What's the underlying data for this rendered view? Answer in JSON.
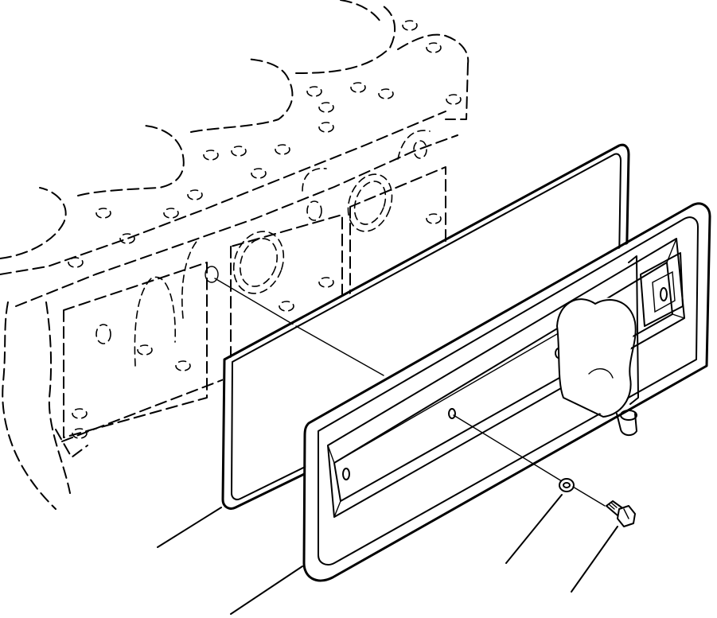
{
  "figure": {
    "parts": [
      {
        "name": "cylinder-block",
        "icon": "engine-block-phantom"
      },
      {
        "name": "gasket",
        "icon": "gasket-outline"
      },
      {
        "name": "side-cover",
        "icon": "cover-plate"
      },
      {
        "name": "washer",
        "icon": "washer"
      },
      {
        "name": "bolt",
        "icon": "bolt"
      }
    ],
    "callouts": [
      {
        "part": "gasket",
        "label": ""
      },
      {
        "part": "side-cover",
        "label": ""
      },
      {
        "part": "washer",
        "label": ""
      },
      {
        "part": "bolt",
        "label": ""
      }
    ],
    "stroke_color": "#000000",
    "background_color": "#ffffff"
  }
}
